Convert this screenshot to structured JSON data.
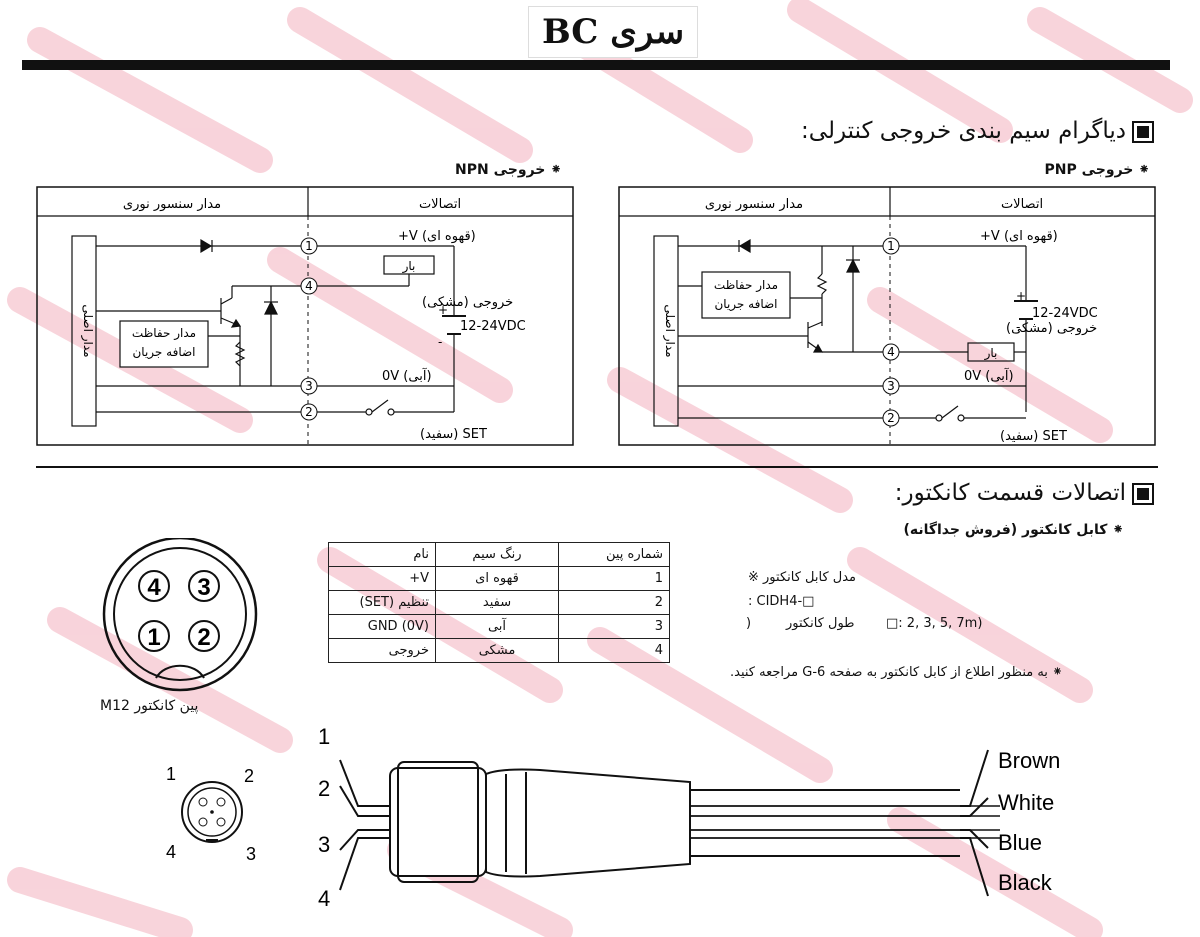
{
  "header": {
    "title": "سری BC"
  },
  "wiring": {
    "heading": "دیاگرام سیم بندی خروجی کنترلی:",
    "npn": {
      "subtitle": "خروجی NPN",
      "col_connections": "اتصالات",
      "col_sensor": "مدار سنسور نوری",
      "main_circuit": "مدار اصلی",
      "protection_line1": "مدار حفاظت",
      "protection_line2": "اضافه جریان",
      "load": "بار",
      "supply": "12-24VDC",
      "wire1": "(قهوه ای) V+",
      "wire4": "خروجی (مشکی)",
      "wire3": "(آبی) 0V",
      "wire2": "SET (سفید)"
    },
    "pnp": {
      "subtitle": "خروجی PNP",
      "col_connections": "اتصالات",
      "col_sensor": "مدار سنسور نوری",
      "main_circuit": "مدار اصلی",
      "protection_line1": "مدار حفاظت",
      "protection_line2": "اضافه جریان",
      "load": "بار",
      "supply": "12-24VDC",
      "wire1": "(قهوه ای) V+",
      "wire4": "خروجی (مشکی)",
      "wire3": "(آبی) 0V",
      "wire2": "SET (سفید)"
    },
    "pin_numbers": [
      "1",
      "2",
      "3",
      "4"
    ],
    "plus": "+",
    "minus": "-"
  },
  "connector": {
    "heading": "اتصالات قسمت کانکتور:",
    "cable_subtitle": "کابل کانکتور (فروش جداگانه)",
    "face_label": "پین کانکتور M12",
    "face_pins": [
      "1",
      "2",
      "3",
      "4"
    ],
    "table": {
      "headers": [
        "شماره پین",
        "رنگ سیم",
        "نام"
      ],
      "rows": [
        {
          "pin": "1",
          "color": "قهوه ای",
          "name": "V+"
        },
        {
          "pin": "2",
          "color": "سفید",
          "name": "تنظیم (SET)"
        },
        {
          "pin": "3",
          "color": "آبی",
          "name": "GND (0V)"
        },
        {
          "pin": "4",
          "color": "مشکی",
          "name": "خروجی"
        }
      ]
    },
    "model_title": "مدل کابل کانکتور ※",
    "model_code": ": CIDH4-□",
    "length_label": "طول کانکتور",
    "length_values": "□: 2, 3, 5, 7m)",
    "length_close": ")",
    "note": "به منظور اطلاع از کابل کانکتور به صفحه G-6 مراجعه کنید.",
    "wire_colors": [
      "Brown",
      "White",
      "Blue",
      "Black"
    ],
    "small_pins": [
      "1",
      "2",
      "3",
      "4"
    ],
    "cable_numbers": [
      "1",
      "2",
      "3",
      "4"
    ]
  },
  "colors": {
    "ink": "#111111",
    "watermark": "#f4b8c4"
  }
}
